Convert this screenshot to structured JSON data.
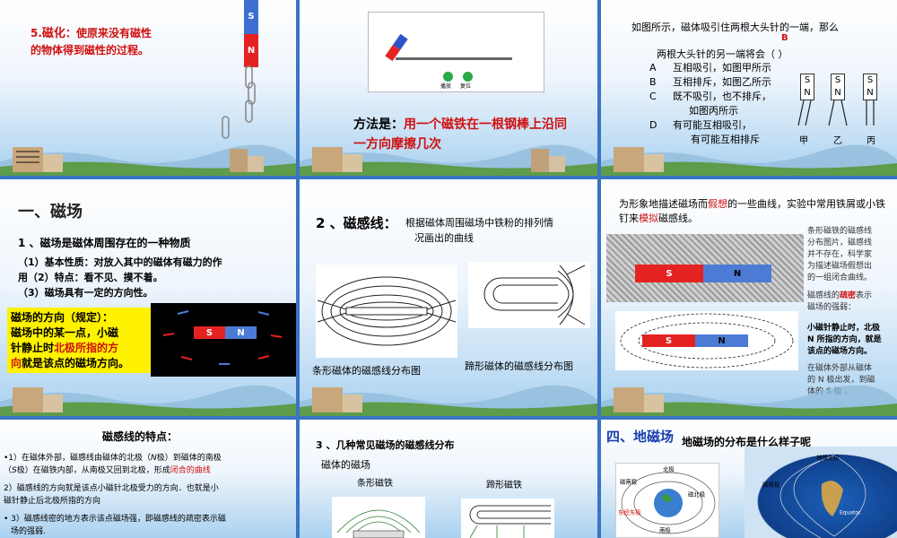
{
  "slide1": {
    "title_num": "5.",
    "title_term": "磁化",
    "title_colon": "：",
    "title_rest": "使原来没有磁性",
    "title_line2": "的物体得到磁性的过程。",
    "magnet_s": "S",
    "magnet_n": "N"
  },
  "slide2": {
    "play_label": "播放",
    "reset_label": "复位",
    "method_label": "方法是：",
    "method_text1": "用一个磁铁在一根钢棒上沿同",
    "method_text2": "一方向摩擦几次"
  },
  "slide3": {
    "intro": "如图所示，磁体吸引住两根大头针的一端，那么",
    "b_marker": "B",
    "question": "两根大头针的另一端将会（   ）",
    "options": [
      {
        "letter": "A",
        "text": "互相吸引，如图甲所示"
      },
      {
        "letter": "B",
        "text": "互相排斥，如图乙所示"
      },
      {
        "letter": "C",
        "text": "既不吸引，也不排斥，"
      },
      {
        "letter": "",
        "text": "如图丙所示"
      },
      {
        "letter": "D",
        "text": "有可能互相吸引，"
      },
      {
        "letter": "",
        "text": "有可能互相排斥"
      }
    ],
    "magnet_s": "S",
    "magnet_n": "N",
    "fig_labels": [
      "甲",
      "乙",
      "丙"
    ]
  },
  "slide4": {
    "heading": "一、磁场",
    "point1": "1 、磁场是磁体周围存在的一种物质",
    "sub1": "（1）基本性质：对放入其中的磁体有磁力的作",
    "sub1b": "用",
    "sub2": "（2）特点：看不见、摸不着。",
    "sub3": "（3）磁场具有一定的方向性。",
    "box_line1": "磁场的方向（规定）：",
    "box_line2": "磁场中的某一点，小磁",
    "box_line3a": "针静止时",
    "box_line3b": "北极所指的方",
    "box_line4a": "向",
    "box_line4b": "就是该点的磁场方向。",
    "magnet_s": "S",
    "magnet_n": "N"
  },
  "slide5": {
    "heading": "2 、磁感线：",
    "desc1": "根据磁体周围磁场中铁粉的排列情",
    "desc2": "况画出的曲线",
    "caption_bar": "条形磁体的磁感线分布图",
    "caption_u": "蹄形磁体的磁感线分布图"
  },
  "slide6": {
    "intro_a": "为形象地描述磁场而",
    "intro_b": "假想",
    "intro_c": "的一些曲线，实验中常用铁",
    "intro_d": "屑或小铁钉来",
    "intro_e": "模拟",
    "intro_f": "磁感线。",
    "side1": [
      "条形磁铁的磁感线",
      "分布图片，磁感线",
      "并不存在，科学家",
      "为描述磁场假想出",
      "的一组闭合曲线。"
    ],
    "side2a": "磁感线的",
    "side2b": "疏密",
    "side2c": "表示",
    "side2d": "磁场的强弱：",
    "side3": [
      "小磁针静止时，北极",
      "N 所指的方向，就是",
      "该点的磁场方向。"
    ],
    "side4": [
      "在磁体外部从磁体",
      "的 N 极出发，到磁",
      "体的 S 极 。"
    ],
    "magnet_s": "S",
    "magnet_n": "N"
  },
  "slide7": {
    "heading": "磁感线的特点：",
    "p1a": "•1）在磁体外部，磁感线由磁体的北极（",
    "p1b": "N",
    "p1c": "极）到磁体的南极",
    "p1d": "（",
    "p1e": "S",
    "p1f": "极）在磁铁内部，从南极又回到北极，形成",
    "p1g": "闭合的曲线",
    "p2a": "2）磁感线的方向就是该点小磁针北极受力的方向．也就是小",
    "p2b": "磁针静止后北极所指的方向",
    "p3a": "• 3）磁感线密的地方表示该点磁场强，即磁感线的疏密表示磁",
    "p3b": "场的强弱."
  },
  "slide8": {
    "heading": "3 、几种常见磁场的磁感线分布",
    "sub": "磁体的磁场",
    "label_bar": "条形磁铁",
    "label_u": "蹄形磁铁"
  },
  "slide9": {
    "heading": "四、地磁场",
    "question": "地磁场的分布是什么样子呢",
    "label_geo_north": "地理北极",
    "label_mag_south": "磁南极",
    "label_geo_n2": "北极",
    "label_mag_north": "磁北极",
    "label_south_pole": "南极",
    "label_east": "东经东极",
    "label_wave": "地球北极",
    "label_mag_pole": "磁南极",
    "label_equator": "Equator"
  }
}
